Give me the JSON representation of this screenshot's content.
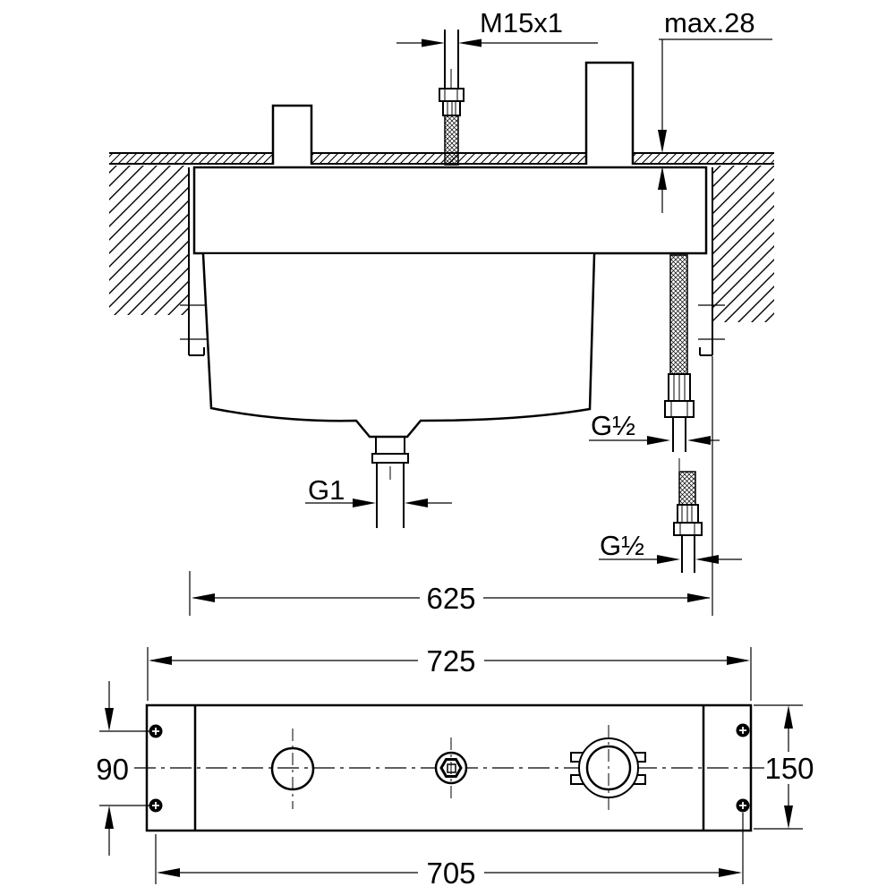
{
  "front_view": {
    "label_thread_spout": "M15x1",
    "label_max_thickness": "max.28",
    "label_hose_thread_upper": "G½",
    "label_hose_thread_lower": "G½",
    "label_drain_thread": "G1",
    "dim_mounting_width": "625"
  },
  "bottom_view": {
    "dim_overall_length": "725",
    "dim_hole_centers_length": "705",
    "dim_screw_spacing": "90",
    "dim_plate_width": "150"
  },
  "colors": {
    "line": "#000000",
    "background": "#ffffff"
  }
}
